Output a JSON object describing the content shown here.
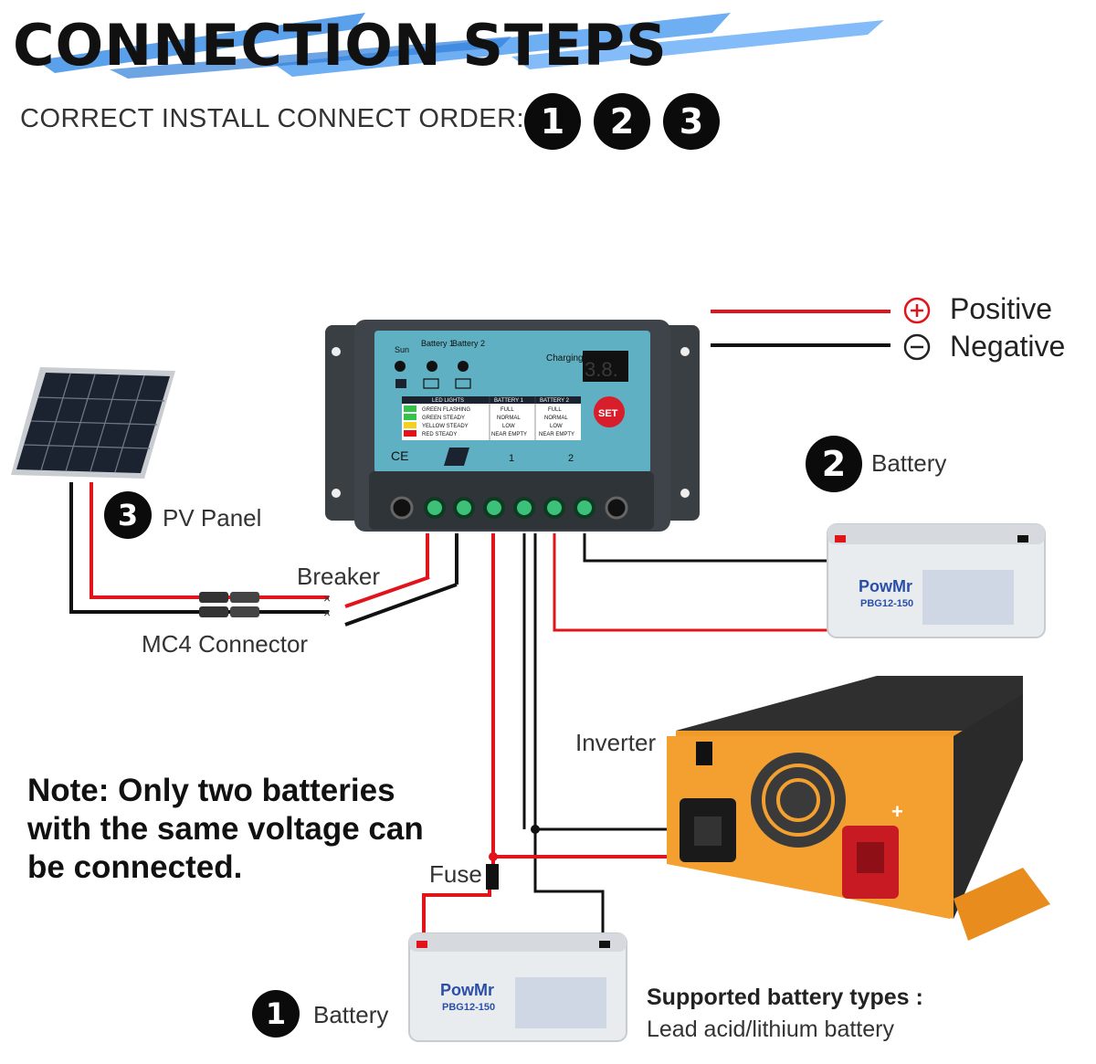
{
  "header": {
    "title": "CONNECTION STEPS",
    "order_label": "CORRECT INSTALL CONNECT ORDER:",
    "order_steps": [
      "1",
      "2",
      "3"
    ]
  },
  "legend": {
    "positive": "Positive",
    "negative": "Negative",
    "positive_color": "#e0141a",
    "negative_color": "#111111"
  },
  "controller": {
    "sun": "Sun",
    "battery1": "Battery 1",
    "battery2": "Battery 2",
    "charging_priority": "Charging priority",
    "display": "3.8.",
    "set_button": "SET",
    "table_headers": [
      "LED LIGHTS",
      "BATTERY 1",
      "BATTERY 2"
    ],
    "table_rows": [
      [
        "GREEN FLASHING",
        "FULL",
        "FULL"
      ],
      [
        "GREEN STEADY",
        "NORMAL",
        "NORMAL"
      ],
      [
        "YELLOW STEADY",
        "LOW",
        "LOW"
      ],
      [
        "RED STEADY",
        "NEAR EMPTY",
        "NEAR EMPTY"
      ]
    ],
    "ce_mark": "CE",
    "terminal_marks": [
      "1",
      "2"
    ]
  },
  "components": {
    "pv_panel": {
      "step": "3",
      "label": "PV Panel"
    },
    "breaker": "Breaker",
    "mc4": "MC4 Connector",
    "battery2": {
      "step": "2",
      "label": "Battery"
    },
    "inverter": "Inverter",
    "fuse": "Fuse",
    "battery1": {
      "step": "1",
      "label": "Battery"
    },
    "battery_brand": "PowMr",
    "battery_model": "PBG12-150"
  },
  "note": "Note: Only two batteries with the same voltage can be connected.",
  "support": {
    "title": "Supported battery types :",
    "types": "Lead acid/lithium battery"
  }
}
